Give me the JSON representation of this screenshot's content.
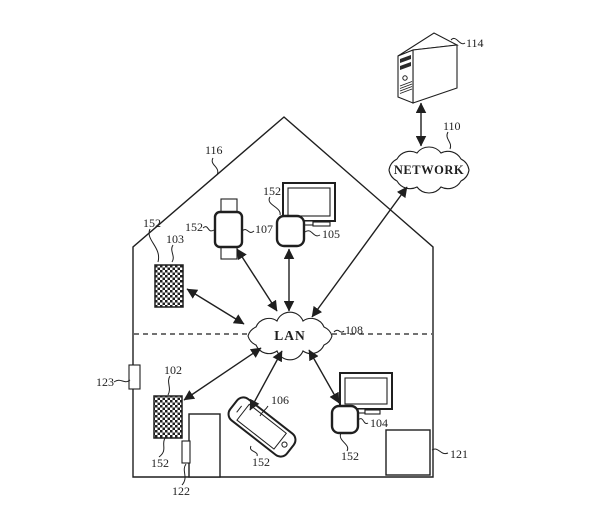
{
  "figure": {
    "clouds": {
      "network": "NETWORK",
      "lan": "LAN"
    },
    "labels": {
      "server": "114",
      "network_ref": "110",
      "house": "116",
      "lan_ref": "108",
      "upper_display": "105",
      "watch": "107",
      "upper_appliance": "103",
      "lower_appliance": "102",
      "phone": "106",
      "lower_display": "104",
      "wall_sensor": "123",
      "door_sensor": "122",
      "storage_box": "121",
      "unit": "152"
    },
    "colors": {
      "ink": "#1f1f1f",
      "background": "#ffffff"
    }
  }
}
